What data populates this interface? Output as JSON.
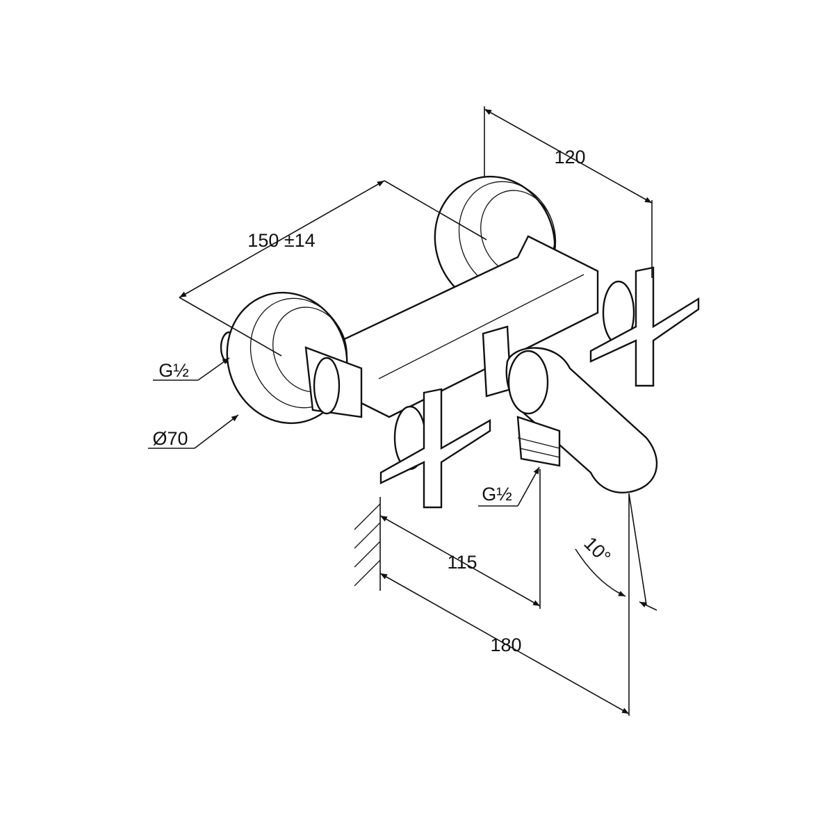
{
  "drawing": {
    "dimensions": {
      "depth_handles": "120",
      "center_distance": "150 ±14",
      "inlet_thread": "G½",
      "rosette_diameter": "Ø70",
      "outlet_thread": "G½",
      "outlet_projection": "115",
      "spout_projection": "180",
      "spout_angle": "10°"
    }
  }
}
